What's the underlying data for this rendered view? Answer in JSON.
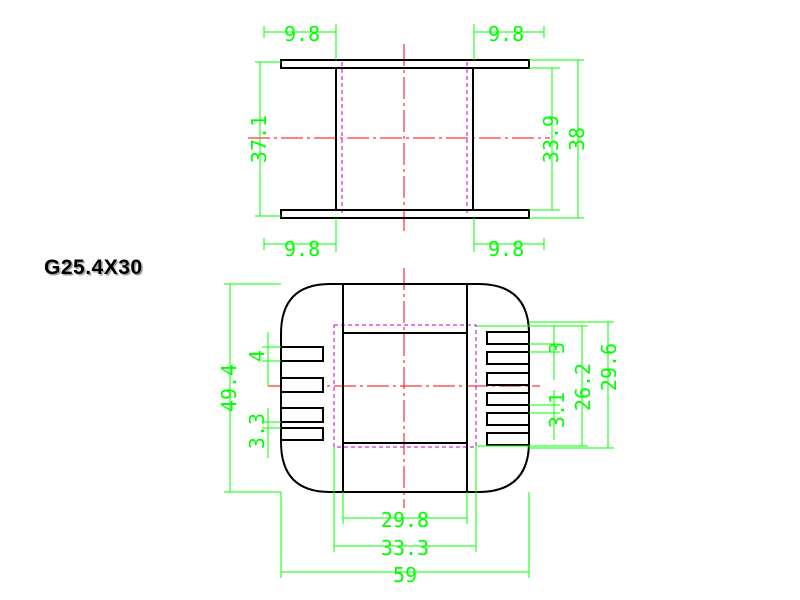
{
  "title": "G25.4X30",
  "colors": {
    "outline": "#000000",
    "dimension": "#00ff00",
    "centerline": "#ff0000",
    "hidden": "#c000c0",
    "background": "#ffffff"
  },
  "side_view": {
    "dims": {
      "flange_top_left": "9.8",
      "flange_top_right": "9.8",
      "flange_bottom_left": "9.8",
      "flange_bottom_right": "9.8",
      "inner_height_left": "37.1",
      "inner_height_right": "33.9",
      "overall_height": "38"
    }
  },
  "top_view": {
    "dims": {
      "pin_width": "4",
      "overall_height": "49.4",
      "pin_gap": "3.3",
      "pin_pitch": "3",
      "pin_offset": "3.1",
      "inner_height": "26.2",
      "outer_height": "29.6",
      "window_width": "29.8",
      "core_width": "33.3",
      "overall_width": "59"
    }
  }
}
